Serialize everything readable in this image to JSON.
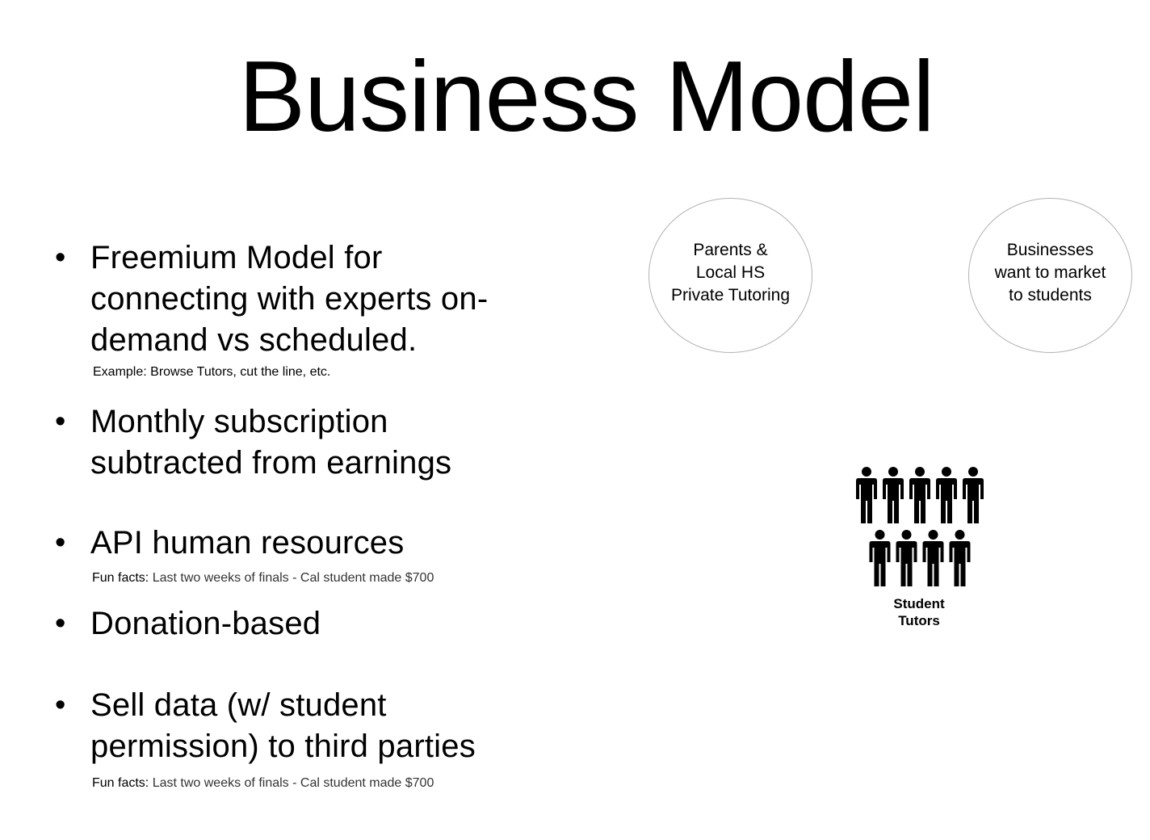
{
  "slide": {
    "title": "Business Model"
  },
  "bullets": [
    {
      "text": "Freemium Model for connecting with experts on-demand vs scheduled."
    },
    {
      "text": "Monthly subscription subtracted from earnings"
    },
    {
      "text": "API human resources"
    },
    {
      "text": "Donation-based"
    },
    {
      "text": "Sell data (w/ student permission) to third parties"
    }
  ],
  "notes": {
    "example": "Example: Browse Tutors, cut the line, etc.",
    "fun_facts_1_prefix": "Fun facts:",
    "fun_facts_1_text": "Last two weeks of finals - Cal student made $700",
    "fun_facts_2_prefix": "Fun facts:",
    "fun_facts_2_text": "Last two weeks of finals - Cal student made $700"
  },
  "diagram": {
    "circle_parents": "Parents &\nLocal HS\nPrivate Tutoring",
    "circle_businesses": "Businesses\nwant to market\nto students",
    "student_tutors_label": "Student\nTutors",
    "people_icon_count": 9
  }
}
